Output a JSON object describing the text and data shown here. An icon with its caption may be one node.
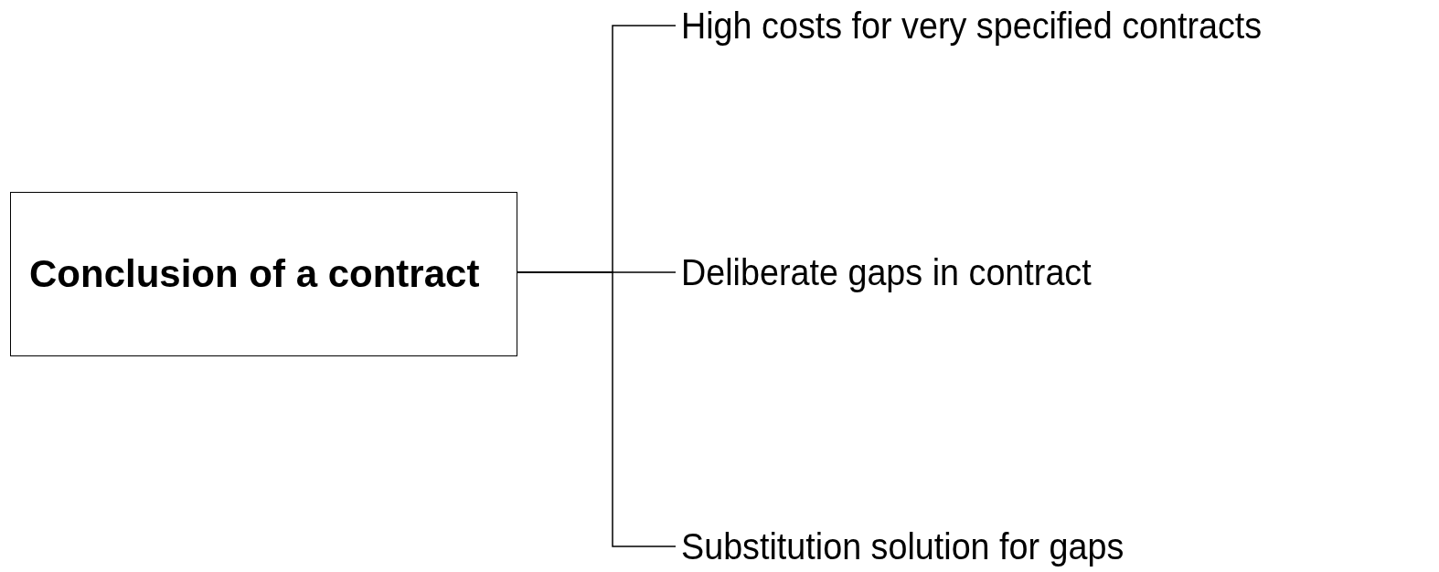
{
  "diagram": {
    "nodes": [
      {
        "text": [
          "Conclusion of a contract"
        ]
      },
      {
        "text": [
          "High costs for very specified contracts"
        ]
      },
      {
        "text": [
          "Deliberate gaps in contract"
        ]
      },
      {
        "text": [
          "Substitution solution for gaps"
        ]
      }
    ],
    "edges": [
      {
        "from": 0,
        "to": 1,
        "arrow": "none"
      },
      {
        "from": 0,
        "to": 2,
        "arrow": "none"
      },
      {
        "from": 0,
        "to": 3,
        "arrow": "none"
      }
    ]
  }
}
